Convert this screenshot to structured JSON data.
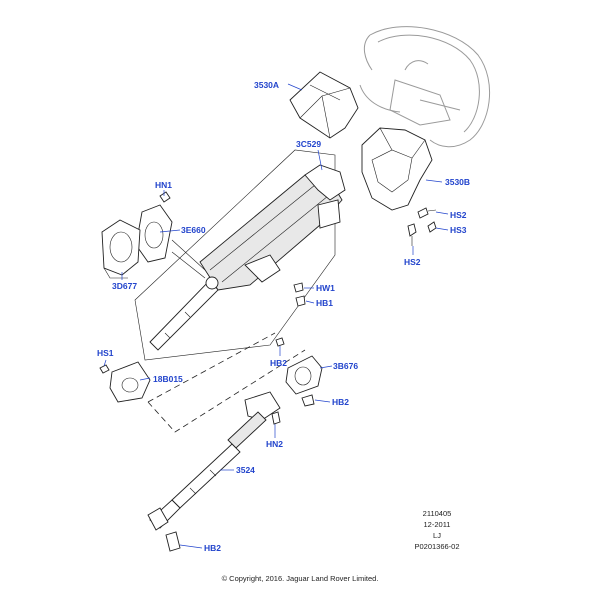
{
  "callouts": {
    "c3530A": "3530A",
    "c3C529": "3C529",
    "c3530B": "3530B",
    "cHN1": "HN1",
    "c3E660": "3E660",
    "c3D677": "3D677",
    "cHS2a": "HS2",
    "cHS3": "HS3",
    "cHS2b": "HS2",
    "cHW1": "HW1",
    "cHB1": "HB1",
    "cHS1": "HS1",
    "c18B015": "18B015",
    "cHB2a": "HB2",
    "c3B676": "3B676",
    "cHB2b": "HB2",
    "cHN2": "HN2",
    "c3524": "3524",
    "cHB2c": "HB2"
  },
  "meta": {
    "line1": "2110405",
    "line2": "12-2011",
    "line3": "LJ",
    "line4": "P0201366-02"
  },
  "copyright": "© Copyright, 2016. Jaguar Land Rover Limited.",
  "colors": {
    "callout": "#2244cc",
    "line": "#222222",
    "wheel": "#9a9a9a"
  }
}
